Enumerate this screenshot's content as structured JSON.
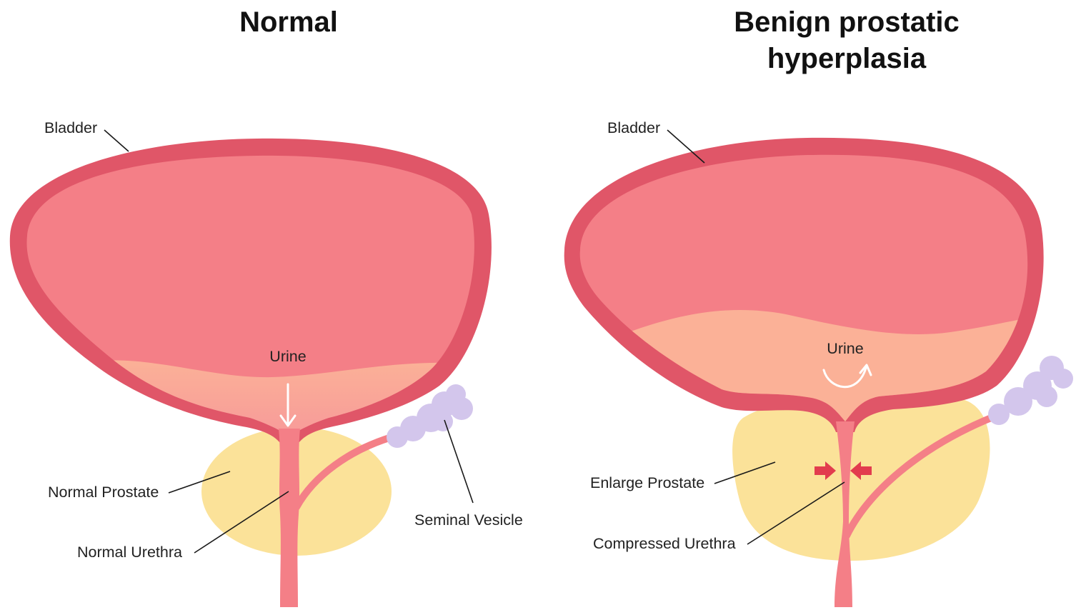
{
  "panels": {
    "normal": {
      "title": "Normal",
      "labels": {
        "bladder": "Bladder",
        "urine": "Urine",
        "prostate": "Normal Prostate",
        "urethra": "Normal Urethra",
        "seminal_vesicle": "Seminal Vesicle"
      }
    },
    "bph": {
      "title_line1": "Benign prostatic",
      "title_line2": "hyperplasia",
      "labels": {
        "bladder": "Bladder",
        "urine": "Urine",
        "prostate": "Enlarge Prostate",
        "urethra": "Compressed Urethra"
      }
    }
  },
  "colors": {
    "bladder_wall": "#e05668",
    "bladder_inner": "#f47f87",
    "urine": "#fbb197",
    "prostate": "#fbe299",
    "urethra": "#f47f87",
    "seminal_vesicle": "#d3c6ec",
    "compression_arrow": "#e23c4e",
    "flow_arrow": "#ffffff"
  }
}
